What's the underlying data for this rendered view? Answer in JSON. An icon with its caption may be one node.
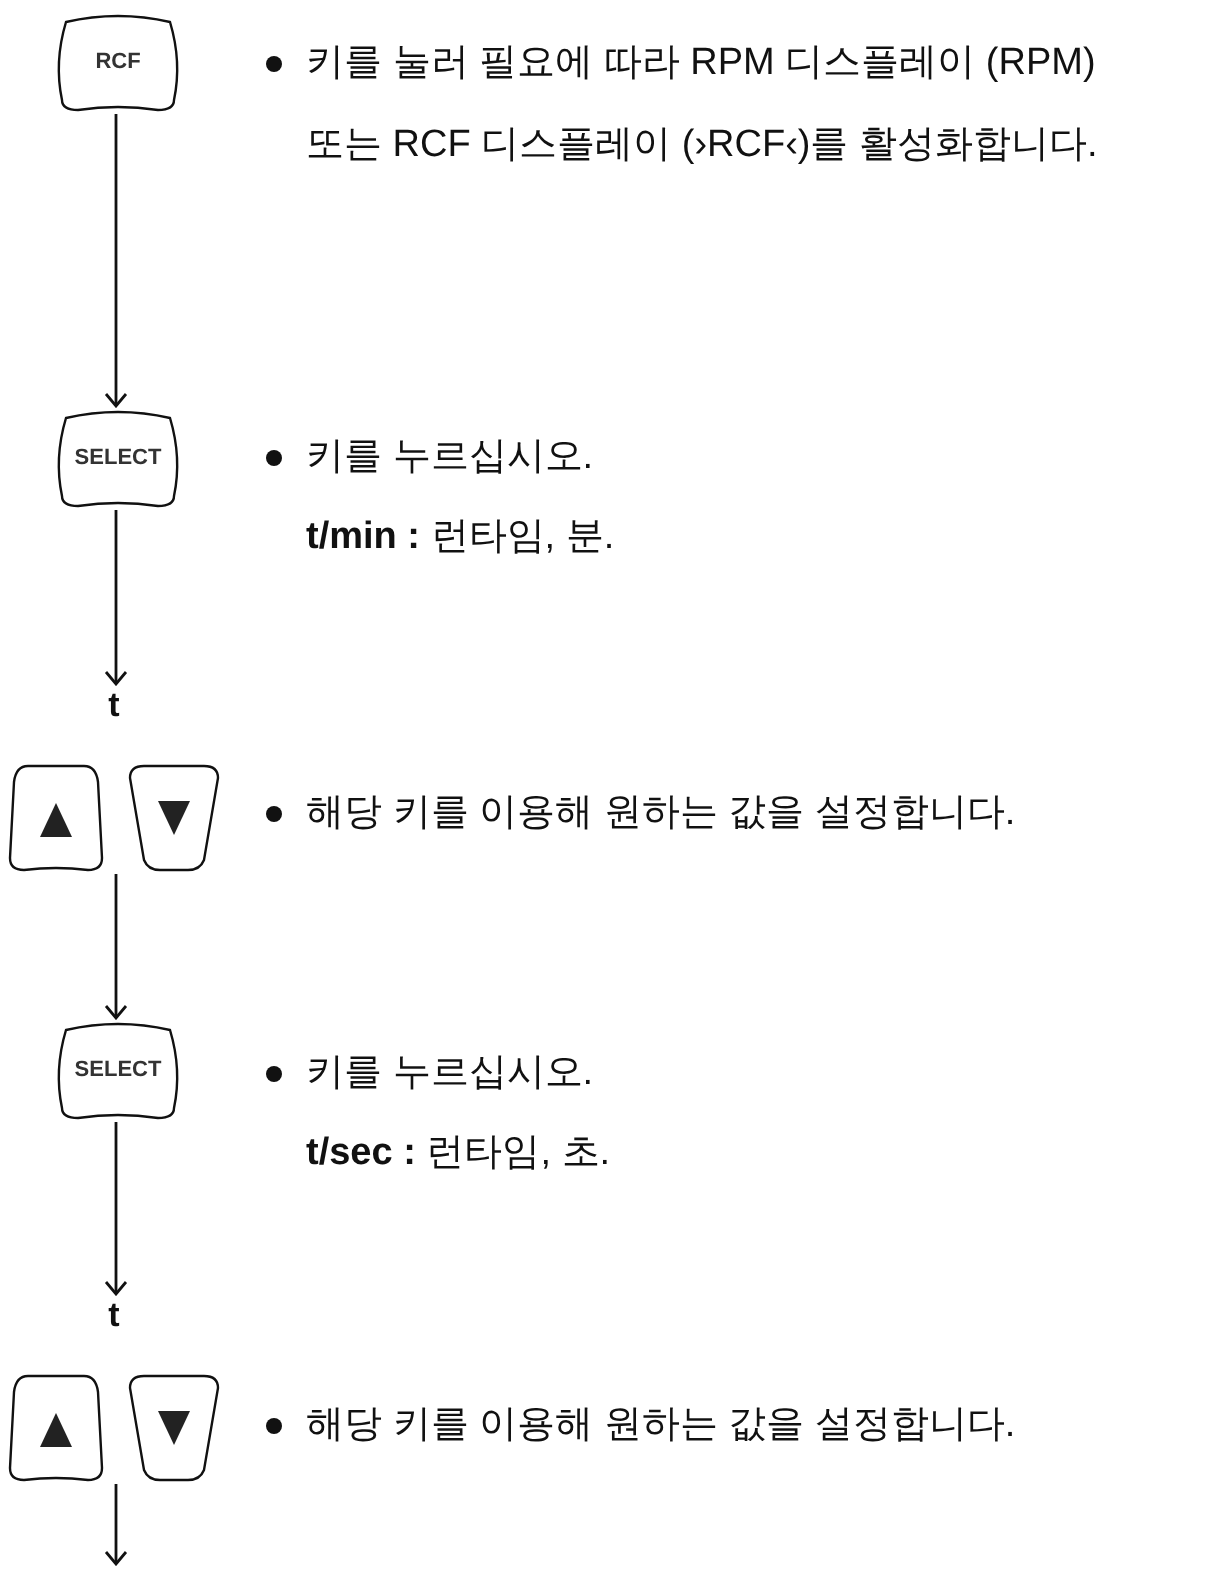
{
  "diagram": {
    "nodes": [
      {
        "text": [
          "RCF"
        ],
        "beside": [
          "키를 눌러 필요에 따라 RPM 디스플레이 (RPM) 또는 RCF 디스플레이 (›RCF‹)를 활성화합니다."
        ]
      },
      {
        "text": [
          "SELECT"
        ],
        "beside": [
          "키를 누르십시오.",
          "**t/min :** 런타임, 분."
        ]
      },
      {
        "text": [
          "t"
        ],
        "beside": [
          "해당 키를 이용해 원하는 값을 설정합니다."
        ]
      },
      {
        "text": [],
        "shape": "box",
        "in": 2
      },
      {
        "text": [],
        "shape": "box",
        "in": 2
      },
      {
        "text": [
          "SELECT"
        ],
        "beside": [
          "키를 누르십시오.",
          "**t/sec :** 런타임, 초."
        ]
      },
      {
        "text": [
          "t"
        ],
        "beside": [
          "해당 키를 이용해 원하는 값을 설정합니다."
        ]
      },
      {
        "text": [],
        "shape": "box",
        "in": 6
      },
      {
        "text": [],
        "shape": "box",
        "in": 6
      }
    ],
    "edges": [
      {
        "from": 0,
        "to": 1,
        "arrow": "to"
      },
      {
        "from": 1,
        "to": 2,
        "arrow": "to"
      },
      {
        "from": 2,
        "to": 5,
        "arrow": "to"
      },
      {
        "from": 5,
        "to": 6,
        "arrow": "to"
      },
      {
        "from": 6,
        "to": null,
        "arrow": "to"
      }
    ]
  }
}
